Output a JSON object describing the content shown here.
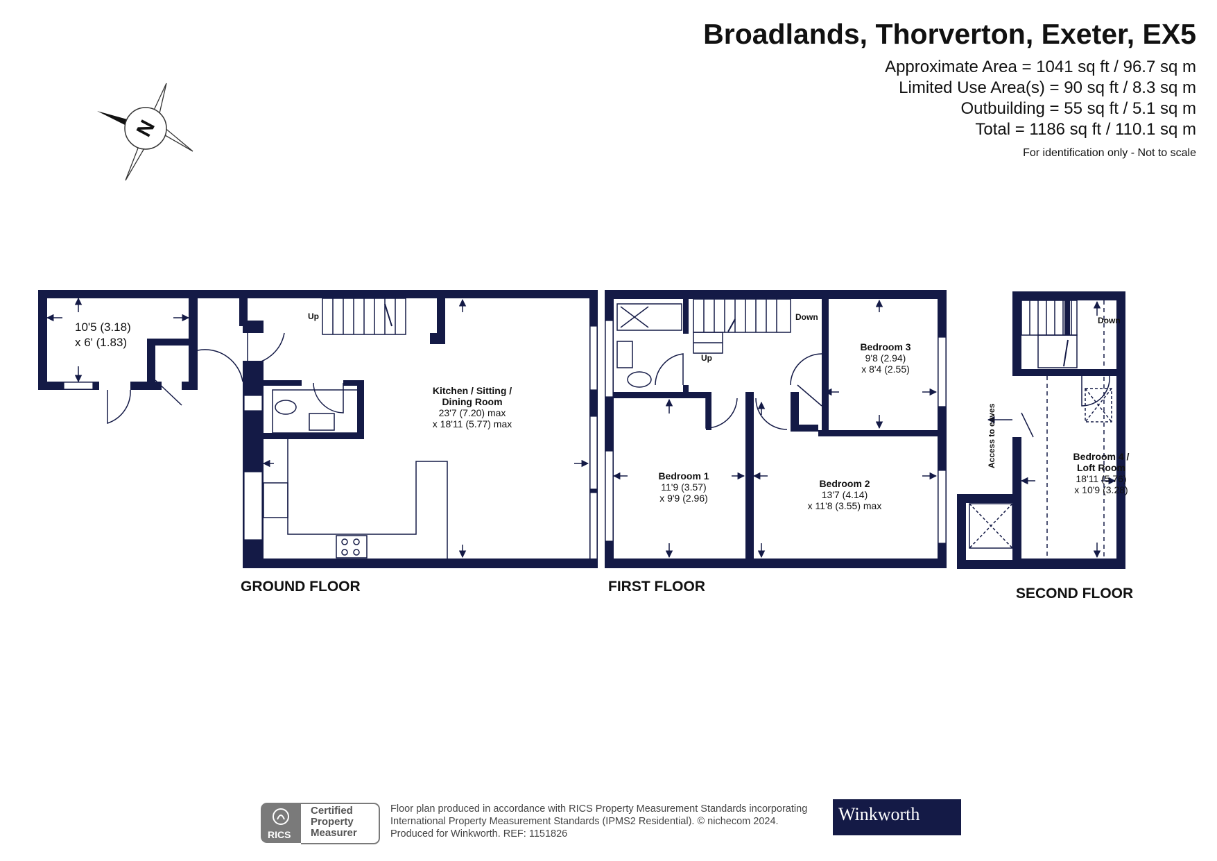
{
  "header": {
    "title": "Broadlands, Thorverton, Exeter, EX5",
    "areas": [
      "Approximate Area = 1041 sq ft / 96.7 sq m",
      "Limited Use Area(s) = 90 sq ft / 8.3 sq m",
      "Outbuilding = 55 sq ft / 5.1 sq m",
      "Total = 1186 sq ft / 110.1 sq m"
    ],
    "disclaimer": "For identification only - Not to scale"
  },
  "compass": {
    "letter": "N"
  },
  "outbuilding": {
    "dim1": "10'5 (3.18)",
    "dim2": "x 6' (1.83)"
  },
  "ground_floor": {
    "label": "GROUND FLOOR",
    "stairs_label": "Up",
    "kitchen": {
      "name1": "Kitchen / Sitting /",
      "name2": "Dining Room",
      "dim1": "23'7 (7.20) max",
      "dim2": "x 18'11 (5.77) max"
    }
  },
  "first_floor": {
    "label": "FIRST FLOOR",
    "stairs_down": "Down",
    "stairs_up": "Up",
    "bedroom1": {
      "name": "Bedroom 1",
      "dim1": "11'9 (3.57)",
      "dim2": "x 9'9 (2.96)"
    },
    "bedroom2": {
      "name": "Bedroom 2",
      "dim1": "13'7 (4.14)",
      "dim2": "x 11'8 (3.55) max"
    },
    "bedroom3": {
      "name": "Bedroom 3",
      "dim1": "9'8 (2.94)",
      "dim2": "x 8'4 (2.55)"
    }
  },
  "second_floor": {
    "label": "SECOND FLOOR",
    "stairs_down": "Down",
    "eaves": "Access to eaves",
    "bedroom4": {
      "name1": "Bedroom 4 /",
      "name2": "Loft Room",
      "dim1": "18'11 (5.76)",
      "dim2": "x 10'9 (3.28)"
    }
  },
  "footer": {
    "text_lines": [
      "Floor plan produced in accordance with RICS Property Measurement Standards incorporating",
      "International Property Measurement Standards (IPMS2 Residential).   © nichecom 2024.",
      "Produced for Winkworth.    REF:  1151826"
    ],
    "rics_word": "RICS",
    "rics_label": "Certified\nProperty\nMeasurer",
    "agent": "Winkworth"
  },
  "colors": {
    "wall": "#141a46",
    "badge": "#7a7a7a"
  }
}
